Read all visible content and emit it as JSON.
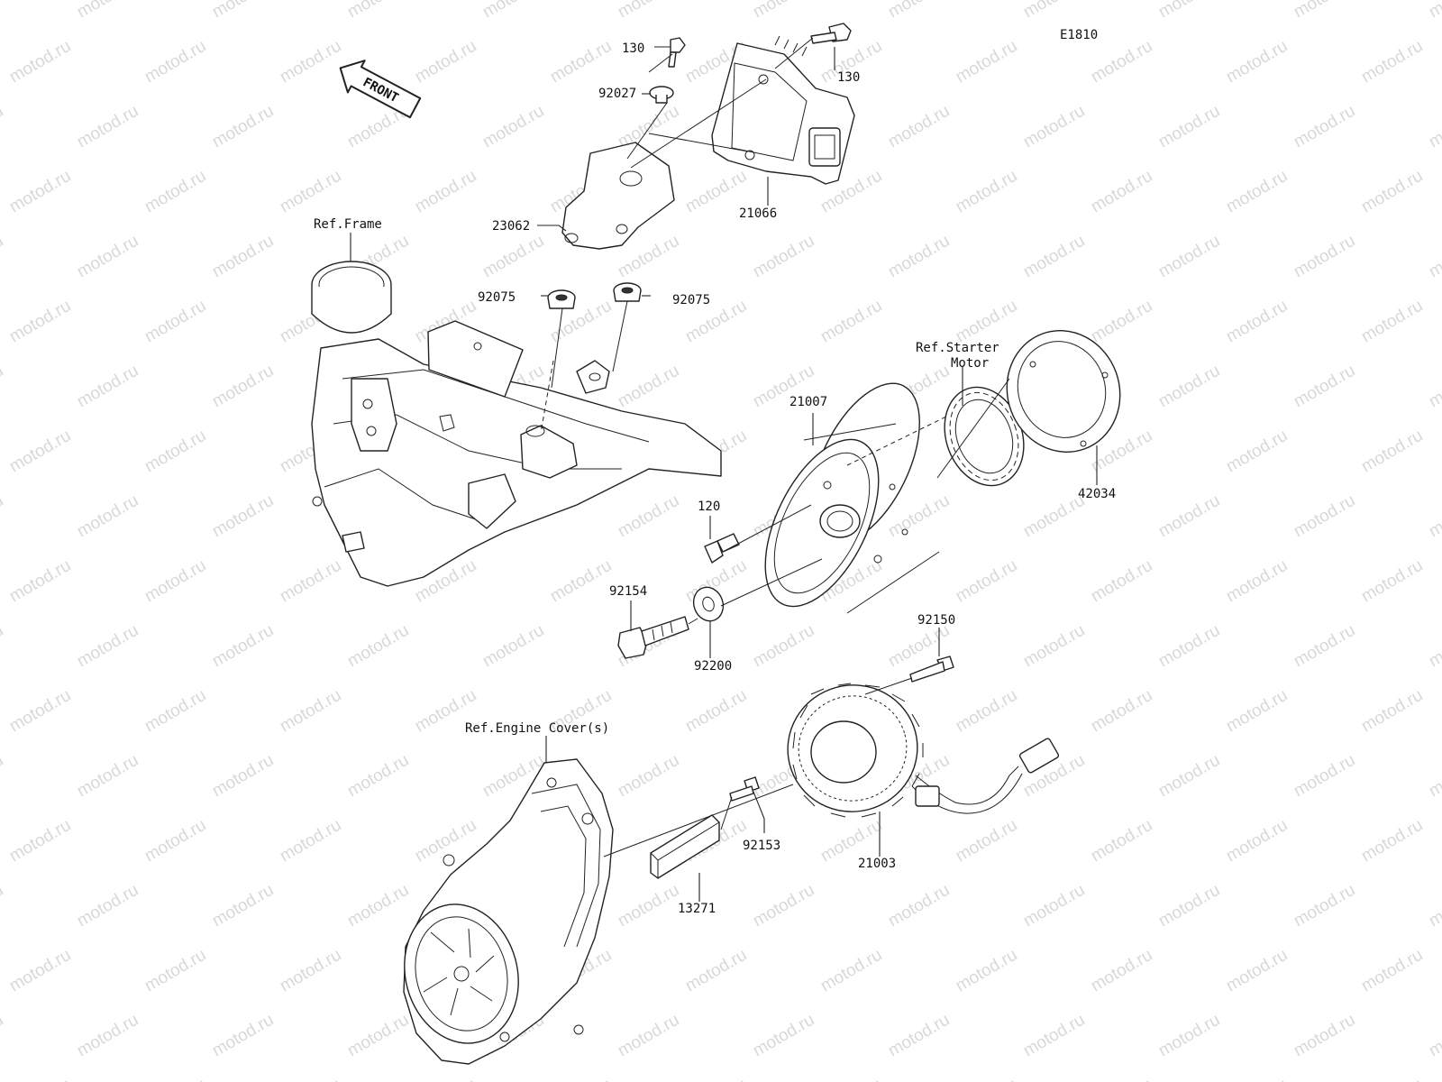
{
  "diagram_code": "E1810",
  "front_label": "FRONT",
  "watermark": "motod.ru",
  "references": {
    "frame": "Ref.Frame",
    "starter_motor_line1": "Ref.Starter",
    "starter_motor_line2": "Motor",
    "engine_cover": "Ref.Engine Cover(s)"
  },
  "parts": {
    "p130_left": "130",
    "p130_right": "130",
    "p92027": "92027",
    "p21066": "21066",
    "p23062": "23062",
    "p92075_left": "92075",
    "p92075_right": "92075",
    "p21007": "21007",
    "p120": "120",
    "p42034": "42034",
    "p92154": "92154",
    "p92200": "92200",
    "p92150": "92150",
    "p92153": "92153",
    "p21003": "21003",
    "p13271": "13271"
  },
  "colors": {
    "line": "#222222",
    "watermark": "#c8c8c8",
    "background": "#ffffff"
  }
}
